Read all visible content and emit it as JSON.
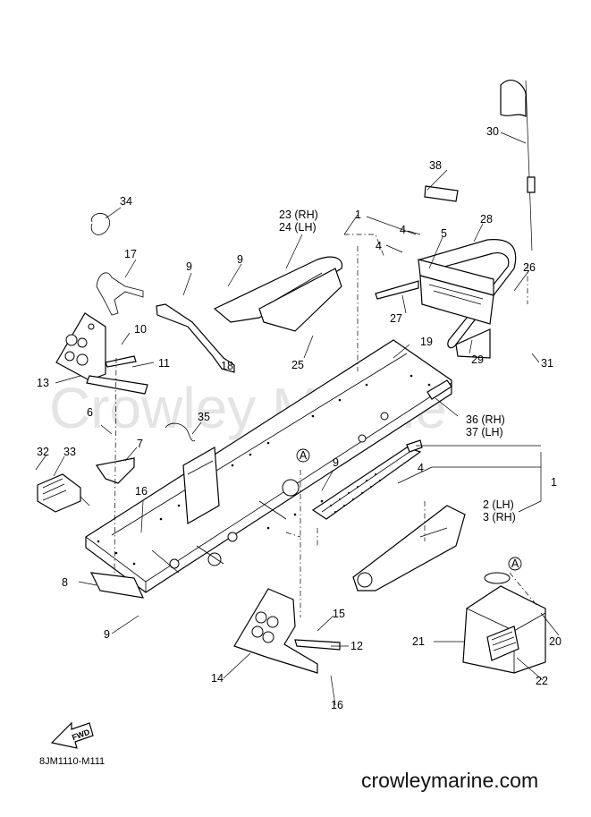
{
  "watermark": "Crowley Marine",
  "website": "crowleymarine.com",
  "diagram_code": "8JM1110-M111",
  "fwd_label": "FWD",
  "ref_marker": "A",
  "callouts": {
    "p1a": "1",
    "p1b": "1",
    "p2": "2 (LH)",
    "p3": "3 (RH)",
    "p4a": "4",
    "p4b": "4",
    "p4c": "4",
    "p5": "5",
    "p6": "6",
    "p7": "7",
    "p8": "8",
    "p9a": "9",
    "p9b": "9",
    "p9c": "9",
    "p9d": "9",
    "p10": "10",
    "p11": "11",
    "p12": "12",
    "p13": "13",
    "p14": "14",
    "p15": "15",
    "p16a": "16",
    "p16b": "16",
    "p17": "17",
    "p18": "18",
    "p19": "19",
    "p20": "20",
    "p21": "21",
    "p22": "22",
    "p23": "23 (RH)",
    "p24": "24 (LH)",
    "p25": "25",
    "p26": "26",
    "p27": "27",
    "p28": "28",
    "p29": "29",
    "p30": "30",
    "p31": "31",
    "p32": "32",
    "p33": "33",
    "p34": "34",
    "p35": "35",
    "p36": "36 (RH)",
    "p37": "37 (LH)",
    "p38": "38"
  }
}
